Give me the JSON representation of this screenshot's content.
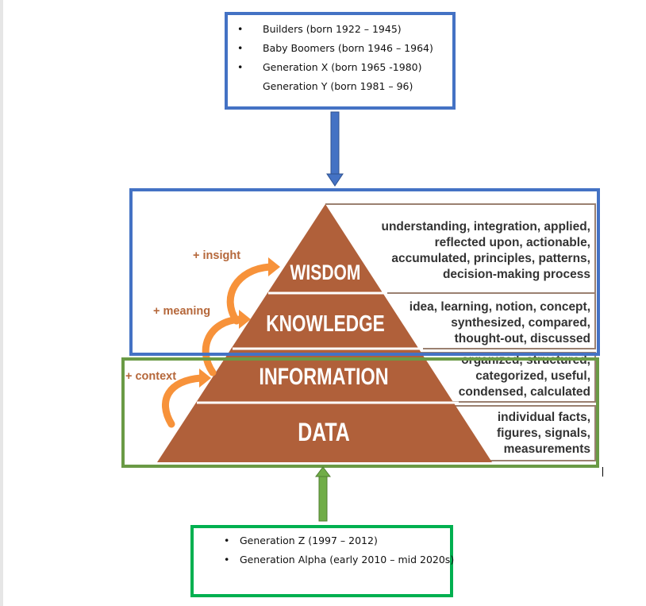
{
  "top_box": {
    "items": [
      {
        "text": "Builders (born 1922 – 1945)",
        "bullet": true
      },
      {
        "text": "Baby Boomers (born 1946 – 1964)",
        "bullet": true
      },
      {
        "text": "Generation X (born 1965 -1980)",
        "bullet": true
      },
      {
        "text": "Generation Y (born 1981 – 96)",
        "bullet": false
      }
    ]
  },
  "bottom_box": {
    "items": [
      {
        "text": "Generation Z (1997 – 2012)",
        "bullet": true
      },
      {
        "text": "Generation Alpha (early 2010 – mid 2020s)",
        "bullet": true
      }
    ]
  },
  "pyramid": {
    "levels": [
      {
        "label": "WISDOM",
        "desc": [
          "understanding, integration, applied,",
          "reflected upon, actionable,",
          "accumulated, principles, patterns,",
          "decision-making process"
        ],
        "plus": "+ insight"
      },
      {
        "label": "KNOWLEDGE",
        "desc": [
          "idea, learning, notion, concept,",
          "synthesized, compared,",
          "thought-out, discussed"
        ],
        "plus": "+ meaning"
      },
      {
        "label": "INFORMATION",
        "desc": [
          "organized, structured,",
          "categorized, useful,",
          "condensed, calculated"
        ],
        "plus": "+ context"
      },
      {
        "label": "DATA",
        "desc": [
          "individual facts,",
          "figures, signals,",
          "measurements"
        ]
      }
    ]
  },
  "colors": {
    "blue": "#4472c4",
    "green_box": "#00b050",
    "green_frame": "#6a9a45",
    "pyramid": "#b0603a",
    "arrow": "#f7923a"
  }
}
